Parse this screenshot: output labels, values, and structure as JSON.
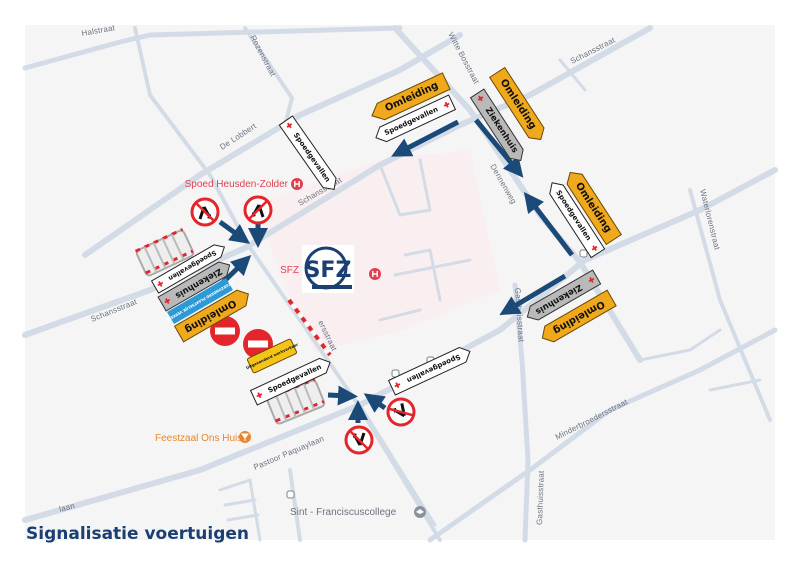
{
  "title": "Signalisatie voertuigen",
  "colors": {
    "map_bg": "#f6f5f6",
    "road": "#d3dce6",
    "hospital_area": "#f9eef0",
    "arrow": "#1b4a78",
    "omleiding": "#f0a81c",
    "ziekenhuis": "#b9b9b9",
    "plaatselijk": "#2b9ad6",
    "prohibition_red": "#e3262c",
    "poi_hospital": "#e0404f",
    "poi_venue": "#e8872e"
  },
  "streets": {
    "halstraat": "Halstraat",
    "rozenstraat": "Rozenstraat",
    "de_lobbert": "De Lobbert",
    "schansstraat_center": "Schansstraat",
    "schansstraat_left": "Schansstraat",
    "schansstraat_right": "Schansstraat",
    "witte_bosstraat": "Witte Bosstraat",
    "dennenweg": "Dennenweg",
    "waterlorenstraat": "Waterlorenstraat",
    "gasthuisstraat_top": "Gasthuisstraat",
    "gasthuisstraat_bottom": "Gasthuisstraat",
    "minderbroedersstraat": "Minderbroedersstraat",
    "pastoor_paquaylaan": "Pastoor Paquaylaan",
    "pastoor_paquaylaan_left": "laan",
    "ersstraat": "ersstraat"
  },
  "pois": {
    "spoed": "Spoed Heusden-Zolder",
    "sfz": "SFZ",
    "feestzaal": "Feestzaal Ons Huis",
    "college": "Sint - Franciscuscollege",
    "sfz_logo": "SFZ"
  },
  "signs": [
    {
      "type": "spoedgevallen",
      "label": "Spoedgevallen"
    },
    {
      "type": "omleiding",
      "label": "Omleiding"
    },
    {
      "type": "spoedgevallen",
      "label": "Spoedgevallen"
    },
    {
      "type": "ziekenhuis",
      "label": "Ziekenhuis"
    },
    {
      "type": "omleiding",
      "label": "Omleiding"
    },
    {
      "type": "spoedgevallen",
      "label": "Spoedgevallen"
    },
    {
      "type": "omleiding",
      "label": "Omleiding"
    },
    {
      "type": "ziekenhuis",
      "label": "Ziekenhuis"
    },
    {
      "type": "omleiding",
      "label": "Omleiding"
    },
    {
      "type": "spoedgevallen",
      "label": "Spoedgevallen"
    },
    {
      "type": "ziekenhuis",
      "label": "Ziekenhuis"
    },
    {
      "type": "plaatselijk",
      "label": "UITGEZONDERD PLAATSELIJK VERKEER"
    },
    {
      "type": "omleiding",
      "label": "Omleiding"
    },
    {
      "type": "werkverkeer",
      "label": "Uitgezonderd werkverkeer"
    },
    {
      "type": "spoedgevallen",
      "label": "Spoedgevallen"
    },
    {
      "type": "spoedgevallen",
      "label": "Spoedgevallen"
    }
  ],
  "icons": [
    "hospital-icon",
    "bus-stop-icon",
    "bar-icon",
    "school-icon",
    "no-entry-sign-icon",
    "no-turn-sign-icon",
    "road-barrier-icon",
    "detour-arrow-icon"
  ]
}
